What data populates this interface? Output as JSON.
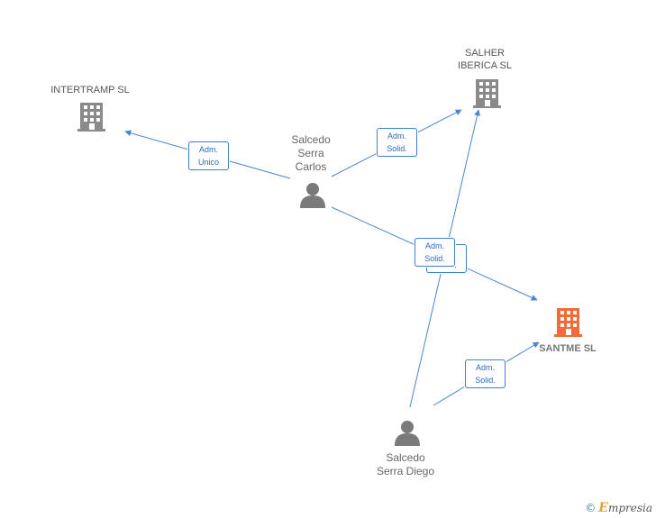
{
  "colors": {
    "edge": "#4a86d0",
    "building": "#8a8a8a",
    "building_focus": "#f26b3a",
    "person": "#7a7a7a"
  },
  "nodes": {
    "intertramp": {
      "label": "INTERTRAMP SL"
    },
    "salher": {
      "label": "SALHER\nIBERICA SL"
    },
    "santme": {
      "label": "SANTME SL"
    },
    "carlos": {
      "label": "Salcedo\nSerra\nCarlos"
    },
    "diego": {
      "label": "Salcedo\nSerra Diego"
    }
  },
  "roles": {
    "carlos_intertramp": "Adm.\nUnico",
    "carlos_salher": "Adm.\nSolid.",
    "carlos_santme": "Adm.\nSolid.",
    "diego_salher": "Adm.\nSolid.",
    "diego_santme": "Adm.\nSolid."
  },
  "footer": {
    "copyright": "©",
    "brand_initial": "E",
    "brand_rest": "mpresia"
  }
}
